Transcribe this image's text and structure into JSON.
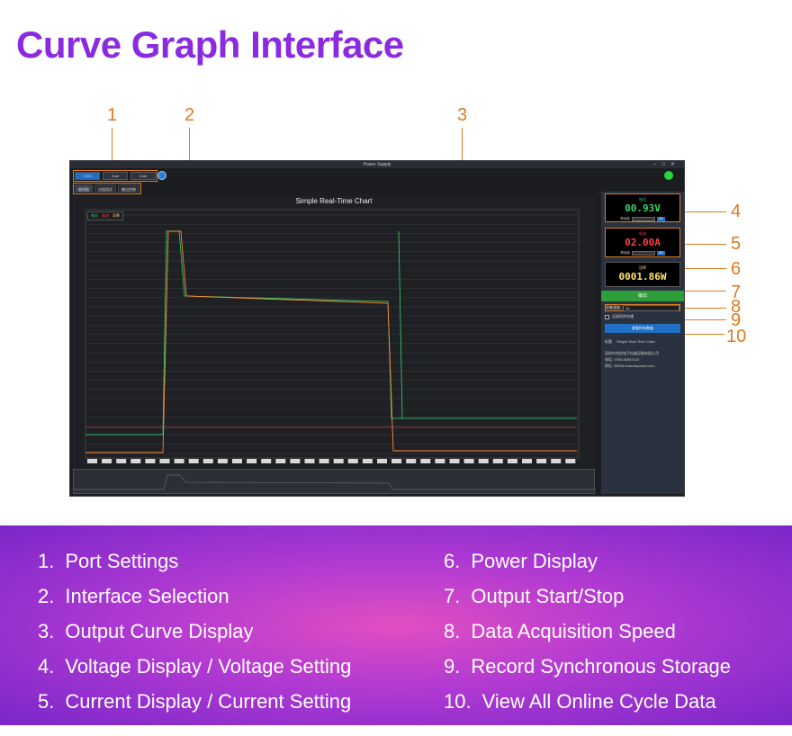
{
  "page": {
    "title": "Curve Graph Interface"
  },
  "callouts": [
    "1",
    "2",
    "3",
    "4",
    "5",
    "6",
    "7",
    "8",
    "9",
    "10"
  ],
  "app": {
    "window_title": "Power Supply",
    "ports": [
      "COM",
      "Com",
      "Com"
    ],
    "interfaces": [
      "曲线图",
      "分组测试",
      "输出控制"
    ],
    "chart": {
      "title": "Simple Real-Time Chart",
      "legend": [
        "电压",
        "电流",
        "功率"
      ]
    },
    "voltage": {
      "label": "电压",
      "value": "00.93V",
      "set_label": "预设值",
      "ok": "OK"
    },
    "current": {
      "label": "电流",
      "value": "02.00A",
      "set_label": "预设值",
      "ok": "OK"
    },
    "power": {
      "label": "功率",
      "value": "0001.86W"
    },
    "output_button": "输出",
    "speed": {
      "label": "采集速度",
      "value": "1s"
    },
    "record": {
      "label": "记录同步存储"
    },
    "view_button": "查看所有数据",
    "info": {
      "chart_label": "标题",
      "chart_name": "Simple Real-Time Chart",
      "company": "深圳市兆信电子仪器设备有限公司",
      "phone": "电话: 0755-83957119",
      "website": "网址: WWW.zhaoxinpower.com"
    }
  },
  "legend": {
    "left": [
      {
        "num": "1.",
        "text": "Port Settings"
      },
      {
        "num": "2.",
        "text": "Interface Selection"
      },
      {
        "num": "3.",
        "text": "Output Curve Display"
      },
      {
        "num": "4.",
        "text": "Voltage Display / Voltage Setting"
      },
      {
        "num": "5.",
        "text": "Current Display / Current Setting"
      }
    ],
    "right": [
      {
        "num": "6.",
        "text": "Power Display"
      },
      {
        "num": "7.",
        "text": "Output Start/Stop"
      },
      {
        "num": "8.",
        "text": "Data Acquisition Speed"
      },
      {
        "num": "9.",
        "text": "Record Synchronous Storage"
      },
      {
        "num": "10.",
        "text": "View All Online Cycle Data"
      }
    ]
  },
  "colors": {
    "title": "#8a2be2",
    "callout": "#e07a1f",
    "voltage": "#27e05a",
    "current": "#ff3b3b",
    "power": "#ffe66d"
  }
}
